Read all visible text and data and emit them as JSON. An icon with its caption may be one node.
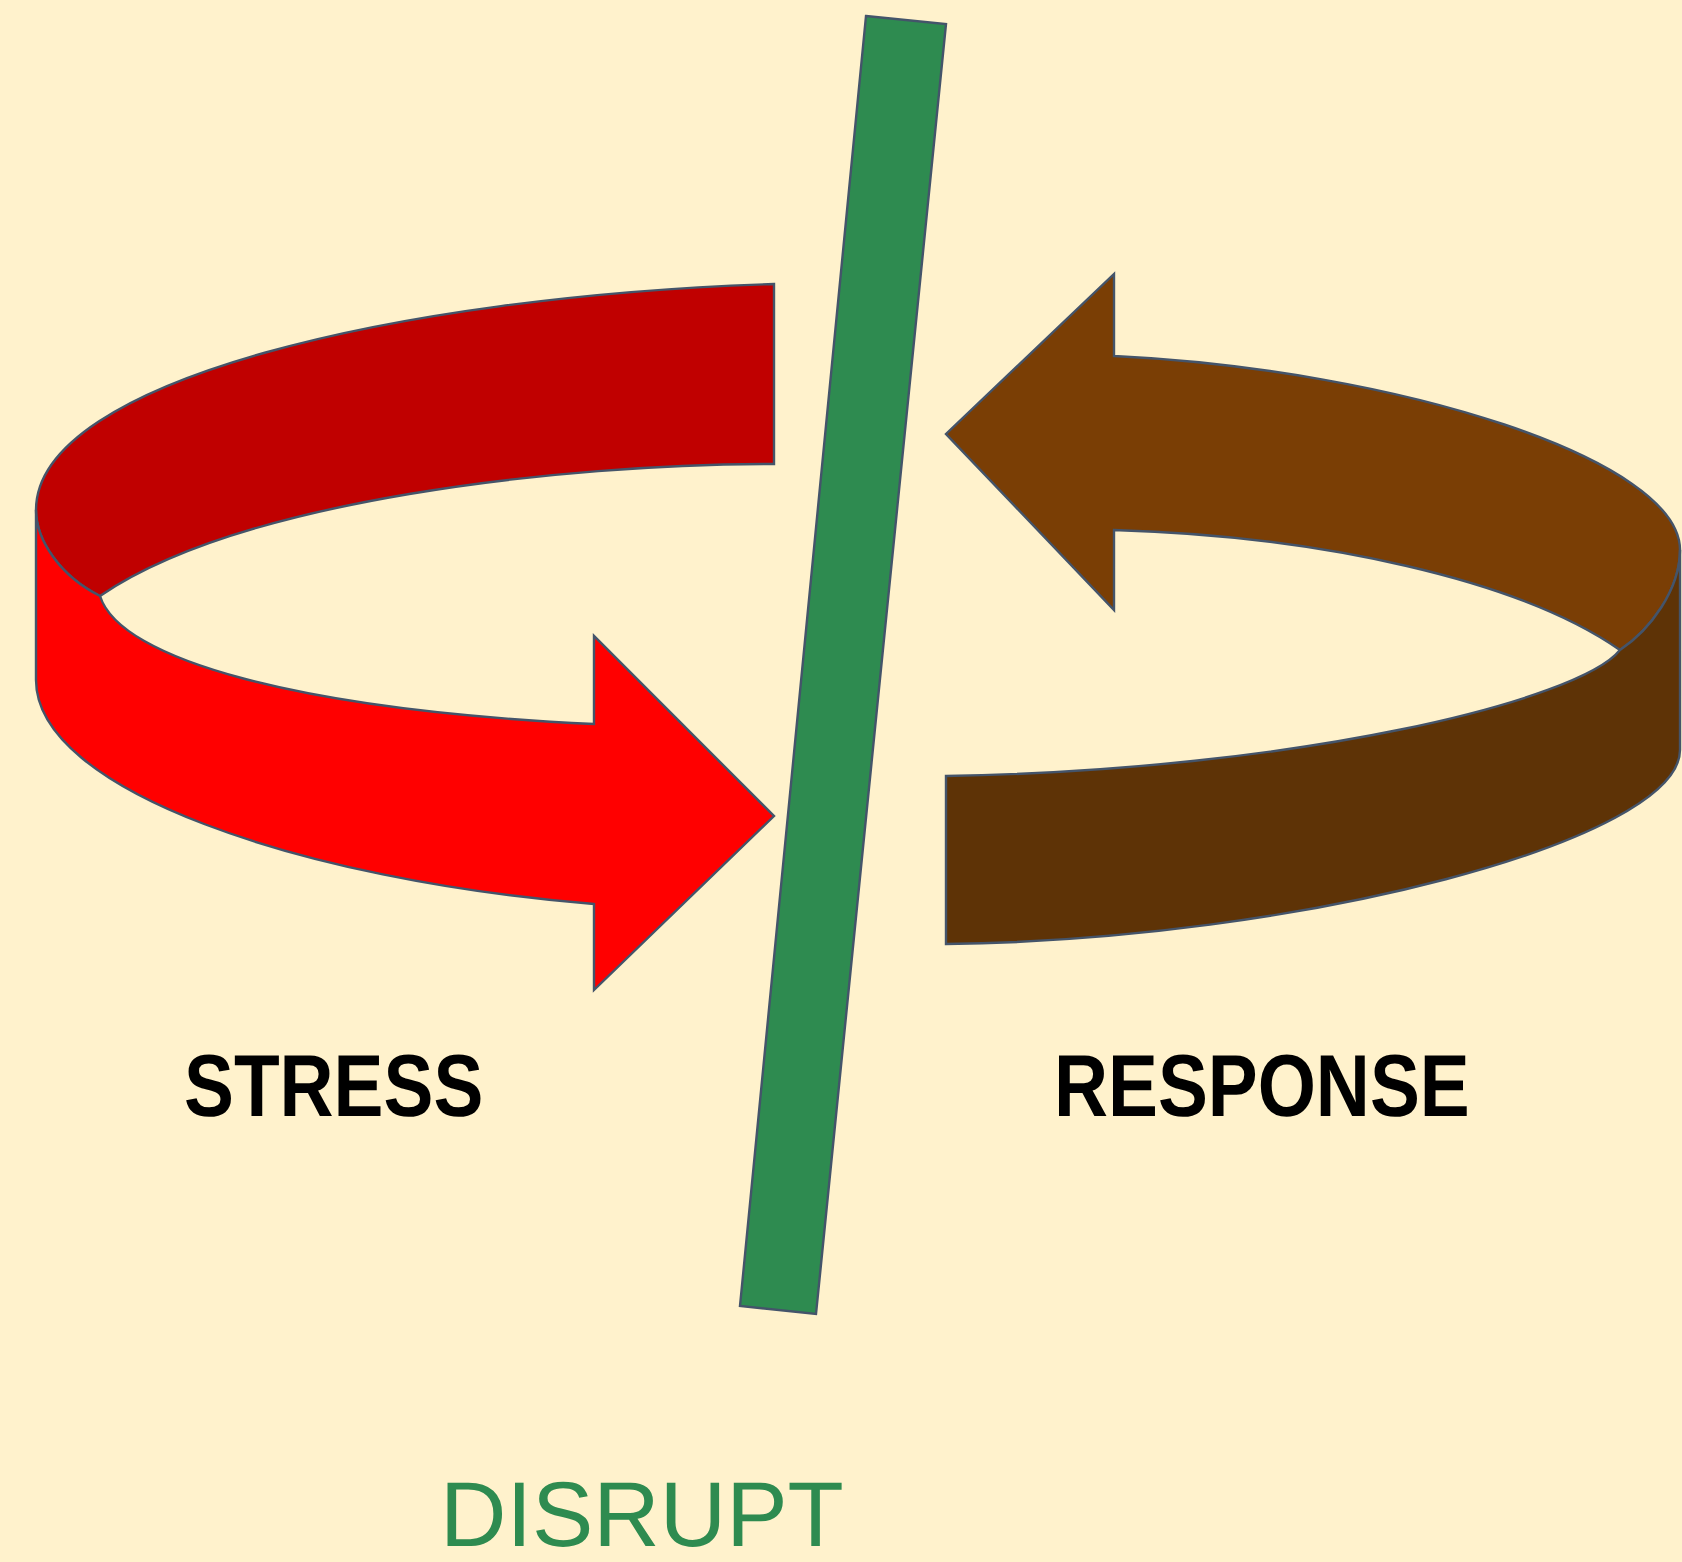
{
  "diagram": {
    "labels": [
      "STRESS",
      "RESPONSE",
      "DISRUPT"
    ]
  }
}
